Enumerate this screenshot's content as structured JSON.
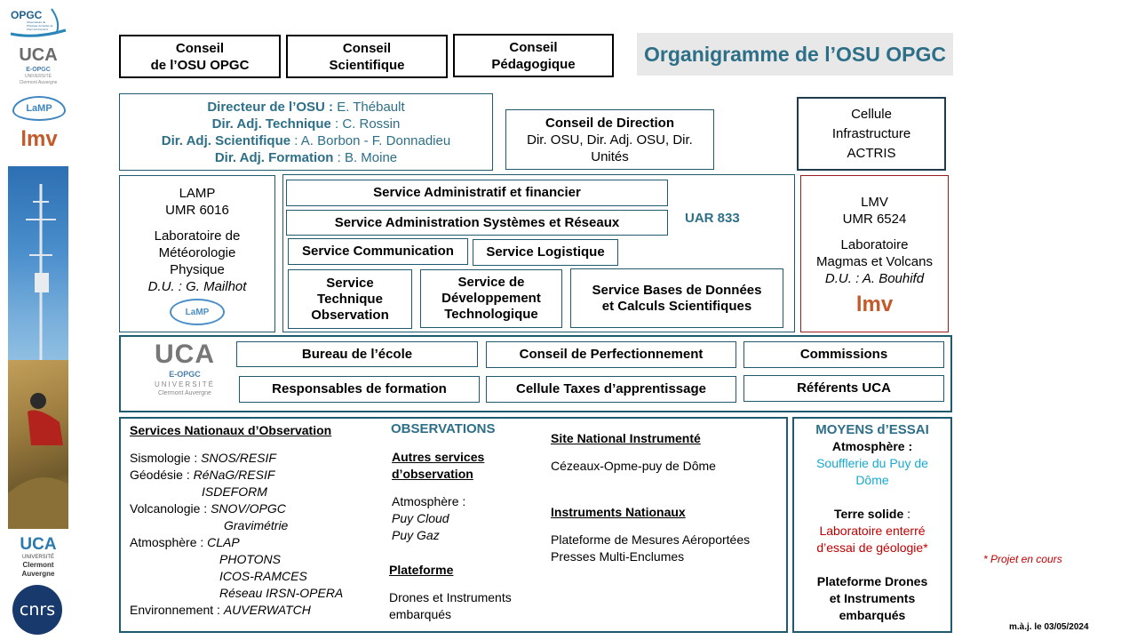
{
  "title": "Organigramme de l’OSU OPGC",
  "councils": [
    {
      "l1": "Conseil",
      "l2": "de l’OSU OPGC"
    },
    {
      "l1": "Conseil",
      "l2": "Scientifique"
    },
    {
      "l1": "Conseil",
      "l2": "Pédagogique"
    }
  ],
  "direction": [
    {
      "role": "Directeur de l’OSU :",
      "name": " E. Thébault"
    },
    {
      "role": "Dir. Adj. Technique",
      "name": " : C. Rossin"
    },
    {
      "role": "Dir. Adj. Scientifique",
      "name": " : A. Borbon - F. Donnadieu"
    },
    {
      "role": "Dir. Adj. Formation",
      "name": " : B. Moine"
    }
  ],
  "conseil_direction": {
    "title": "Conseil de Direction",
    "l1": "Dir. OSU, Dir. Adj. OSU, Dir.",
    "l2": "Unités"
  },
  "actris": {
    "l1": "Cellule",
    "l2": "Infrastructure",
    "l3": "ACTRIS"
  },
  "lamp": {
    "l1": "LAMP",
    "l2": "UMR 6016",
    "l3": "Laboratoire de",
    "l4": "Météorologie",
    "l5": "Physique",
    "l6": "D.U. : G. Mailhot",
    "logo": "LaMP"
  },
  "lmv": {
    "l1": "LMV",
    "l2": "UMR 6524",
    "l3": "Laboratoire",
    "l4": "Magmas et Volcans",
    "l5": "D.U. : A. Bouhifd",
    "logo": "lmv"
  },
  "uar": {
    "label": "UAR 833",
    "admin": "Service Administratif et financier",
    "asr": "Service Administration Systèmes et Réseaux",
    "comm": "Service Communication",
    "logistique": "Service Logistique",
    "sto": {
      "l1": "Service",
      "l2": "Technique",
      "l3": "Observation"
    },
    "sdt": {
      "l1": "Service de",
      "l2": "Développement",
      "l3": "Technologique"
    },
    "sbd": {
      "l1": "Service Bases de Données",
      "l2": "et Calculs Scientifiques"
    }
  },
  "ecole": {
    "logo_uca": "UCA",
    "logo_eopgc": "E-OPGC",
    "logo_univ": "UNIVERSITÉ",
    "logo_ca": "Clermont Auvergne",
    "bureau": "Bureau de l’école",
    "perfectionnement": "Conseil de Perfectionnement",
    "commissions": "Commissions",
    "responsables": "Responsables de formation",
    "taxes": "Cellule Taxes d’apprentissage",
    "referents": "Référents UCA"
  },
  "observations": {
    "heading": "OBSERVATIONS",
    "sno_title": "Services Nationaux d’Observation",
    "sismo_label": "Sismologie : ",
    "sismo_value": "SNOS/RESIF",
    "geod_label": "Géodésie : ",
    "geod_value1": "RéNaG/RESIF",
    "geod_value2": "ISDEFORM",
    "volc_label": "Volcanologie : ",
    "volc_value1": "SNOV/OPGC",
    "volc_value2": "Gravimétrie",
    "atmo_label": "Atmosphère : ",
    "atmo_value1": "CLAP",
    "atmo_value2": "PHOTONS",
    "atmo_value3": "ICOS-RAMCES",
    "atmo_value4": "Réseau IRSN-OPERA",
    "env_label": "Environnement : ",
    "env_value": "AUVERWATCH",
    "autres_title1": "Autres services",
    "autres_title2": "d’observation",
    "autres_label": "Atmosphère :",
    "autres_v1": "Puy Cloud",
    "autres_v2": "Puy Gaz",
    "plateforme_title": "Plateforme",
    "plateforme_l1": "Drones et Instruments",
    "plateforme_l2": "embarqués",
    "sni_title": "Site National Instrumenté",
    "sni_value": "Cézeaux-Opme-puy de Dôme",
    "in_title": "Instruments Nationaux",
    "in_l1": "Plateforme de Mesures Aéroportées",
    "in_l2": "Presses Multi-Enclumes"
  },
  "moyens": {
    "heading": "MOYENS d’ESSAI",
    "atmo": "Atmosphère :",
    "souff1": "Soufflerie du Puy de",
    "souff2": "Dôme",
    "terre": "Terre solide",
    "terre_colon": " :",
    "labo1": "Laboratoire enterré",
    "labo2": "d’essai de géologie*",
    "plat1": "Plateforme Drones",
    "plat2": "et Instruments",
    "plat3": "embarqués"
  },
  "note": "* Projet en cours",
  "update": "m.à.j. le 03/05/2024",
  "sidebar": {
    "opgc": "OPGC",
    "opgc_sub": "Observatoire de Physique du Globe de Clermont-Ferrand",
    "uca": "UCA",
    "eopgc": "E-OPGC",
    "univ": "UNIVERSITÉ",
    "ca": "Clermont Auvergne",
    "lamp": "LaMP",
    "lmv": "lmv",
    "uca2": "UCA",
    "univ2": "UNIVERSITÉ",
    "cl2": "Clermont",
    "au2": "Auvergne",
    "cnrs": "cnrs"
  }
}
